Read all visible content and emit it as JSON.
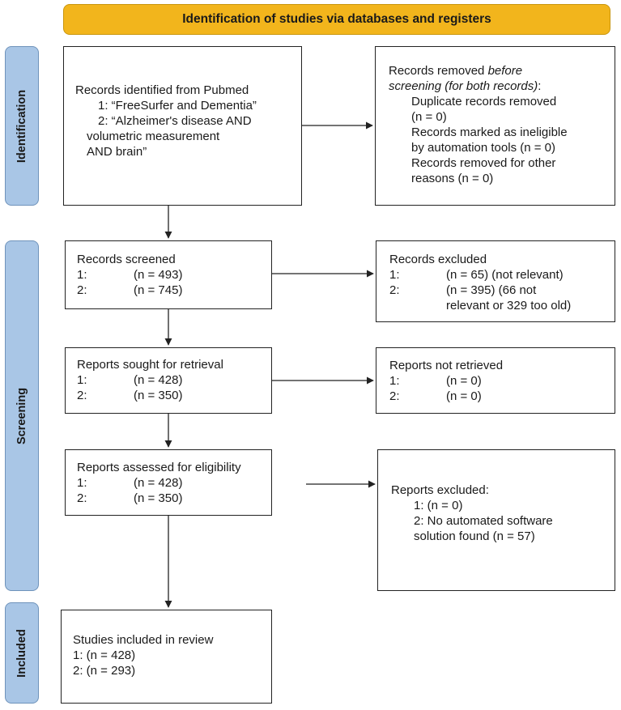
{
  "header": {
    "title": "Identification of studies via databases and registers"
  },
  "phases": {
    "identification": "Identification",
    "screening": "Screening",
    "included": "Included"
  },
  "identified": {
    "title": "Records identified from Pubmed",
    "line1": "1: “FreeSurfer and Dementia”",
    "line2": "2: “Alzheimer's disease AND",
    "line3": "volumetric measurement",
    "line4": "AND brain”"
  },
  "removed": {
    "title_plain": "Records removed ",
    "title_italic_1": "before",
    "title_italic_2": "screening (for both records)",
    "title_colon": ":",
    "line1": "Duplicate records removed",
    "line2": "(n = 0)",
    "line3": "Records marked as ineligible",
    "line4": "by automation tools (n = 0)",
    "line5": "Records removed for other",
    "line6": "reasons (n = 0)"
  },
  "screened": {
    "title": "Records screened",
    "rows": [
      {
        "k": "1:",
        "v": "(n = 493)"
      },
      {
        "k": "2:",
        "v": "(n = 745)"
      }
    ]
  },
  "excluded": {
    "title": "Records excluded",
    "row1_k": "1:",
    "row1_v": "(n = 65) (not relevant)",
    "row2_k": "2:",
    "row2_v": "(n = 395) (66 not",
    "row2_cont": "relevant or 329 too old)"
  },
  "sought": {
    "title": "Reports sought for retrieval",
    "rows": [
      {
        "k": "1:",
        "v": "(n = 428)"
      },
      {
        "k": "2:",
        "v": "(n = 350)"
      }
    ]
  },
  "not_retrieved": {
    "title": "Reports not retrieved",
    "rows": [
      {
        "k": "1:",
        "v": "(n = 0)"
      },
      {
        "k": "2:",
        "v": "(n = 0)"
      }
    ]
  },
  "assessed": {
    "title": "Reports assessed for eligibility",
    "rows": [
      {
        "k": "1:",
        "v": "(n = 428)"
      },
      {
        "k": "2:",
        "v": "(n = 350)"
      }
    ]
  },
  "reports_excluded": {
    "title": "Reports excluded:",
    "line1": "1: (n = 0)",
    "line2": "2: No automated software",
    "line3": "solution found (n = 57)"
  },
  "included": {
    "title": "Studies included in review",
    "line1": "1: (n = 428)",
    "line2": "2: (n = 293)"
  }
}
